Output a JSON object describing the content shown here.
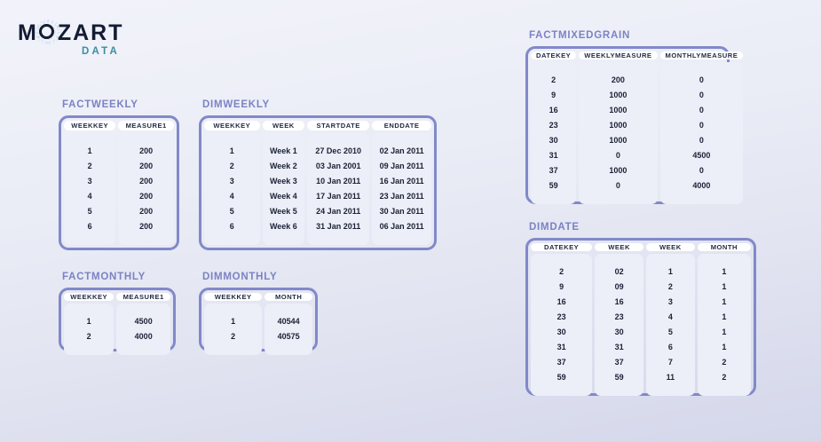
{
  "logo": {
    "wordmark_pre": "M",
    "wordmark_post": "ZART",
    "subword": "DATA",
    "ring_icon": "circle-ring-icon",
    "gear_icon": "gear-circle-icon",
    "colors": {
      "wordmark": "#131c33",
      "subword": "#3d8e9f"
    }
  },
  "theme": {
    "table_border": "#8189c9",
    "title_color": "#7b83c3",
    "header_bg": "#ffffff",
    "cell_bg": "#eceef8",
    "text": "#1b2235",
    "page_bg_top": "#f2f3fa",
    "page_bg_bottom": "#d4d7ea"
  },
  "tables": [
    {
      "name": "factweekly",
      "title": "FACTWEEKLY",
      "columns": [
        "WEEKKEY",
        "MEASURE1"
      ],
      "rows": [
        [
          "1",
          "200"
        ],
        [
          "2",
          "200"
        ],
        [
          "3",
          "200"
        ],
        [
          "4",
          "200"
        ],
        [
          "5",
          "200"
        ],
        [
          "6",
          "200"
        ]
      ]
    },
    {
      "name": "dimweekly",
      "title": "DIMWEEKLY",
      "columns": [
        "WEEKKEY",
        "WEEK",
        "STARTDATE",
        "ENDDATE"
      ],
      "rows": [
        [
          "1",
          "Week 1",
          "27 Dec 2010",
          "02 Jan 2011"
        ],
        [
          "2",
          "Week 2",
          "03 Jan 2001",
          "09 Jan 2011"
        ],
        [
          "3",
          "Week 3",
          "10 Jan 2011",
          "16 Jan 2011"
        ],
        [
          "4",
          "Week 4",
          "17 Jan 2011",
          "23 Jan 2011"
        ],
        [
          "5",
          "Week 5",
          "24 Jan 2011",
          "30  Jan 2011"
        ],
        [
          "6",
          "Week 6",
          "31 Jan 2011",
          "06  Jan 2011"
        ]
      ]
    },
    {
      "name": "factmonthly",
      "title": "FACTMONTHLY",
      "columns": [
        "WEEKKEY",
        "MEASURE1"
      ],
      "rows": [
        [
          "1",
          "4500"
        ],
        [
          "2",
          "4000"
        ]
      ]
    },
    {
      "name": "dimmonthly",
      "title": "DIMMONTHLY",
      "columns": [
        "WEEKKEY",
        "MONTH"
      ],
      "rows": [
        [
          "1",
          "40544"
        ],
        [
          "2",
          "40575"
        ]
      ]
    },
    {
      "name": "factmixedgrain",
      "title": "FACTMIXEDGRAIN",
      "columns": [
        "DATEKEY",
        "WEEKLYMEASURE",
        "MONTHLYMEASURE"
      ],
      "rows": [
        [
          "2",
          "200",
          "0"
        ],
        [
          "9",
          "1000",
          "0"
        ],
        [
          "16",
          "1000",
          "0"
        ],
        [
          "23",
          "1000",
          "0"
        ],
        [
          "30",
          "1000",
          "0"
        ],
        [
          "31",
          "0",
          "4500"
        ],
        [
          "37",
          "1000",
          "0"
        ],
        [
          "59",
          "0",
          "4000"
        ]
      ]
    },
    {
      "name": "dimdate",
      "title": "DIMDATE",
      "columns": [
        "DATEKEY",
        "WEEK",
        "WEEK",
        "MONTH"
      ],
      "rows": [
        [
          "2",
          "02",
          "1",
          "1"
        ],
        [
          "9",
          "09",
          "2",
          "1"
        ],
        [
          "16",
          "16",
          "3",
          "1"
        ],
        [
          "23",
          "23",
          "4",
          "1"
        ],
        [
          "30",
          "30",
          "5",
          "1"
        ],
        [
          "31",
          "31",
          "6",
          "1"
        ],
        [
          "37",
          "37",
          "7",
          "2"
        ],
        [
          "59",
          "59",
          "11",
          "2"
        ]
      ]
    }
  ]
}
